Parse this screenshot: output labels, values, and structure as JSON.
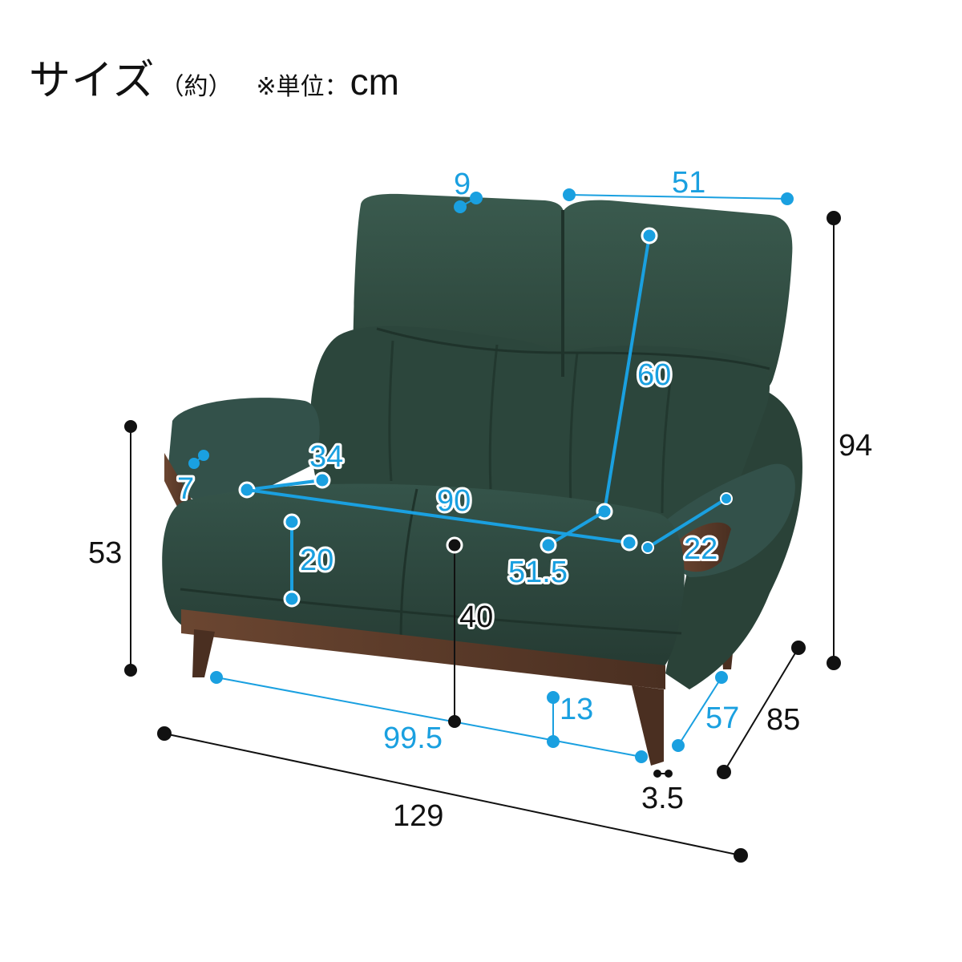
{
  "title": {
    "main": "サイズ",
    "sub": "（約）",
    "unit_note": "※単位：",
    "unit": "cm"
  },
  "colors": {
    "accent": "#1aa0e0",
    "upholstery": "#2f4a40",
    "wood": "#5a3a28",
    "outline": "#111111"
  },
  "dimensions": {
    "headrest_gap": "9",
    "back_width": "51",
    "back_height": "60",
    "total_height": "94",
    "arm_height": "53",
    "arm_width": "7",
    "arm_depth": "34",
    "seat_width": "90",
    "seat_depth": "51.5",
    "arm_length": "22",
    "cushion_thickness": "20",
    "seat_height": "40",
    "leg_span": "99.5",
    "floor_clearance": "13",
    "leg_depth_span": "57",
    "total_depth": "85",
    "leg_size": "3.5",
    "total_width": "129"
  }
}
